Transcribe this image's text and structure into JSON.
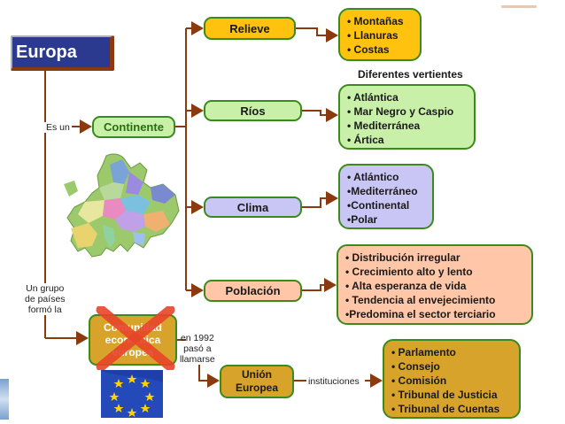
{
  "title": "Europa",
  "top_right_text": "",
  "links": {
    "es_un": "Es un",
    "grupo": [
      "Un grupo",
      "de países",
      "formó  la"
    ],
    "en1992": [
      "en 1992",
      "pasó a",
      "llamarse"
    ],
    "instituciones": "instituciones"
  },
  "nodes": {
    "continente": "Continente",
    "relieve": "Relieve",
    "rios": "Ríos",
    "clima": "Clima",
    "poblacion": "Población",
    "cee": [
      "Comunidad",
      "económica",
      "europea"
    ],
    "ue": [
      "Unión",
      "Europea"
    ]
  },
  "vertientes_label": "Diferentes vertientes",
  "lists": {
    "relieve": [
      "• Montañas",
      "• Llanuras",
      "• Costas"
    ],
    "rios": [
      "• Atlántica",
      "• Mar Negro y Caspio",
      "• Mediterránea",
      "• Ártica"
    ],
    "clima": [
      "• Atlántico",
      "•Mediterráneo",
      "•Continental",
      "•Polar"
    ],
    "poblacion": [
      "• Distribución irregular",
      "• Crecimiento alto y lento",
      "• Alta esperanza de vida",
      "• Tendencia al envejecimiento",
      "•Predomina el sector terciario"
    ],
    "ue": [
      "• Parlamento",
      "• Consejo",
      "• Comisión",
      "• Tribunal de Justicia",
      "• Tribunal de Cuentas"
    ]
  },
  "colors": {
    "title_bg": "#2b3a8f",
    "connector": "#8b3a10",
    "relieve": "#ffc20e",
    "rios": "#c9f0a8",
    "clima": "#c9c6f5",
    "poblacion": "#ffc7a8",
    "continente": "#c9f0a8",
    "cee": "#d8a32a",
    "ue": "#d8a32a",
    "border_green": "#3a8a1e"
  }
}
